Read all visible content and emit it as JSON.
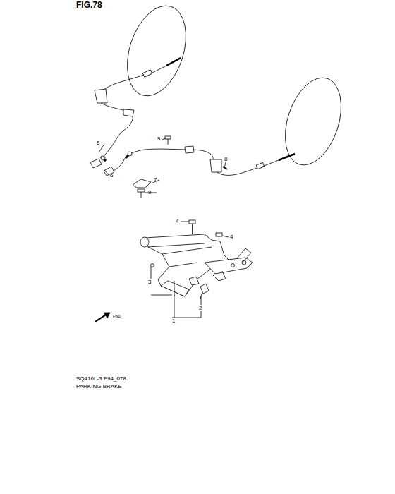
{
  "diagram": {
    "labels": [
      "FIG.78",
      "5",
      "6",
      "9",
      "7",
      "9",
      "8",
      "4",
      "4",
      "3",
      "2",
      "1",
      "FWD",
      "SQ416L-3 E94_078",
      "PARKING BRAKE"
    ]
  }
}
